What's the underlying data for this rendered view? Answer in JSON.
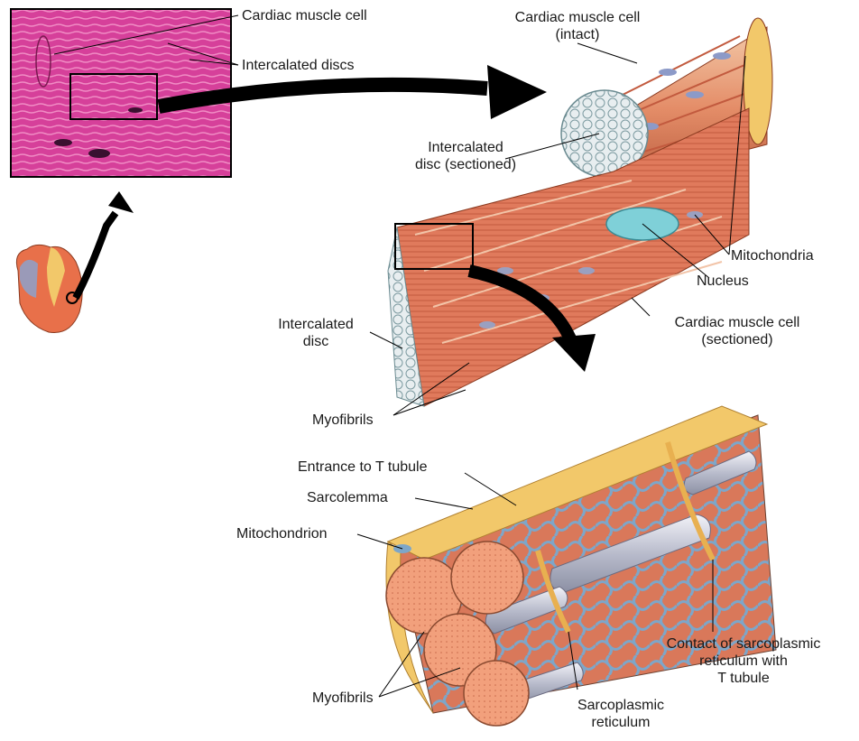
{
  "labels": {
    "cardiac_cell_top": "Cardiac muscle cell",
    "intercalated_discs": "Intercalated discs",
    "cardiac_cell_intact_l1": "Cardiac muscle cell",
    "cardiac_cell_intact_l2": "(intact)",
    "disc_sectioned_l1": "Intercalated",
    "disc_sectioned_l2": "disc (sectioned)",
    "mitochondria": "Mitochondria",
    "nucleus": "Nucleus",
    "cell_sectioned_l1": "Cardiac muscle cell",
    "cell_sectioned_l2": "(sectioned)",
    "intercalated_disc_l1": "Intercalated",
    "intercalated_disc_l2": "disc",
    "myofibrils_mid": "Myofibrils",
    "entrance_t_tubule": "Entrance to T tubule",
    "sarcolemma": "Sarcolemma",
    "mitochondrion": "Mitochondrion",
    "contact_l1": "Contact of sarcoplasmic",
    "contact_l2": "reticulum with",
    "contact_l3": "T tubule",
    "myofibrils_bottom": "Myofibrils",
    "sarcoplasmic_l1": "Sarcoplasmic",
    "sarcoplasmic_l2": "reticulum"
  },
  "colors": {
    "micrograph": "#d9479e",
    "muscle": "#e07a5c",
    "muscle_dark": "#b8492f",
    "nucleus": "#7fd0d8",
    "sarcolemma": "#f2c86a",
    "reticulum": "#7ea6c8",
    "myofibril": "#f2a07c",
    "mito": "#c8cad8",
    "arrow": "#000000"
  }
}
